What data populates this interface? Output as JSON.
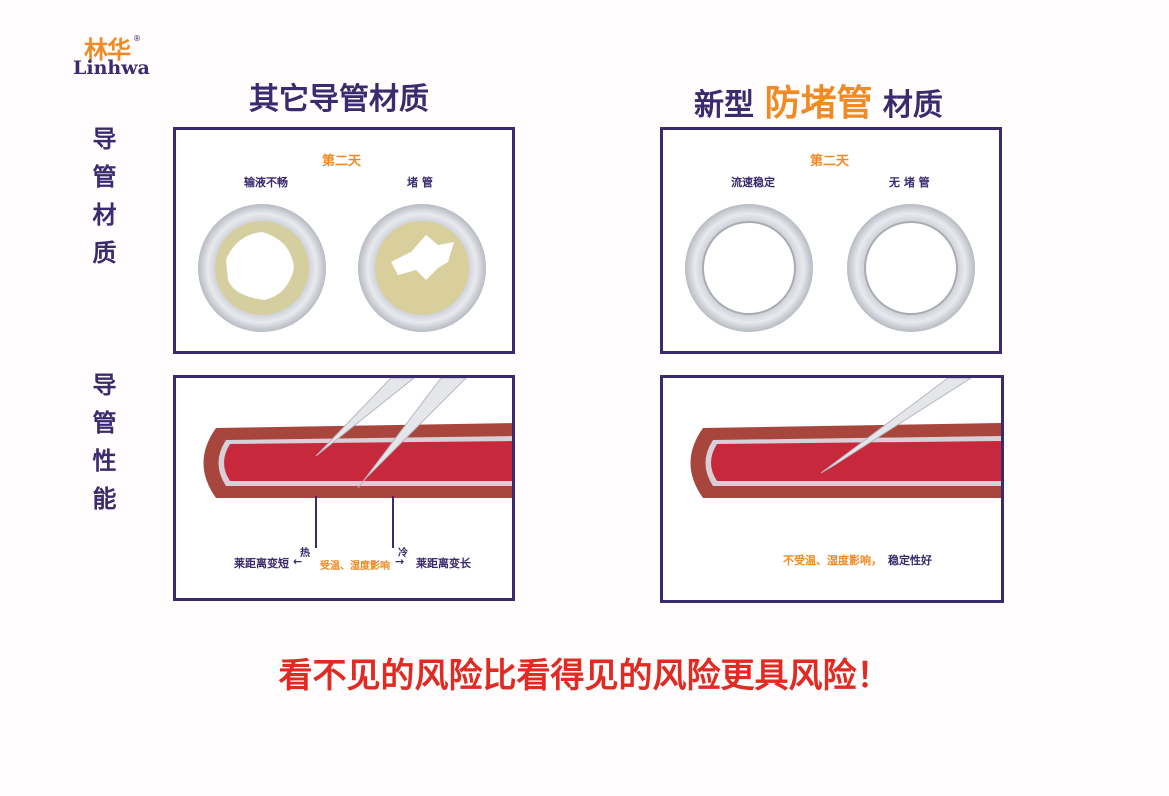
{
  "logo": {
    "cn": "林华",
    "en": "Linhwa",
    "mark": "®"
  },
  "titles": {
    "left": "其它导管材质",
    "right_prefix": "新型",
    "right_highlight": "防堵管",
    "right_suffix": "材质"
  },
  "side_labels": {
    "material": "导管材质",
    "performance": "导管性能"
  },
  "material_panels": {
    "left": {
      "day": "第二天",
      "captions": [
        "输液不畅",
        "堵 管"
      ]
    },
    "right": {
      "day": "第二天",
      "captions": [
        "流速稳定",
        "无 堵 管"
      ]
    }
  },
  "performance_panels": {
    "left": {
      "short": "莱距离变短",
      "hot": "热",
      "effect": "受温、湿度影响",
      "cold": "冷",
      "long": "莱距离变长"
    },
    "right": {
      "note_orange": "不受温、湿度影响，",
      "note_purple": "稳定性好"
    }
  },
  "slogan": "看不见的风险比看得见的风险更具风险！",
  "colors": {
    "purple": "#3a2a6e",
    "orange": "#f08a24",
    "red": "#e02a22"
  }
}
